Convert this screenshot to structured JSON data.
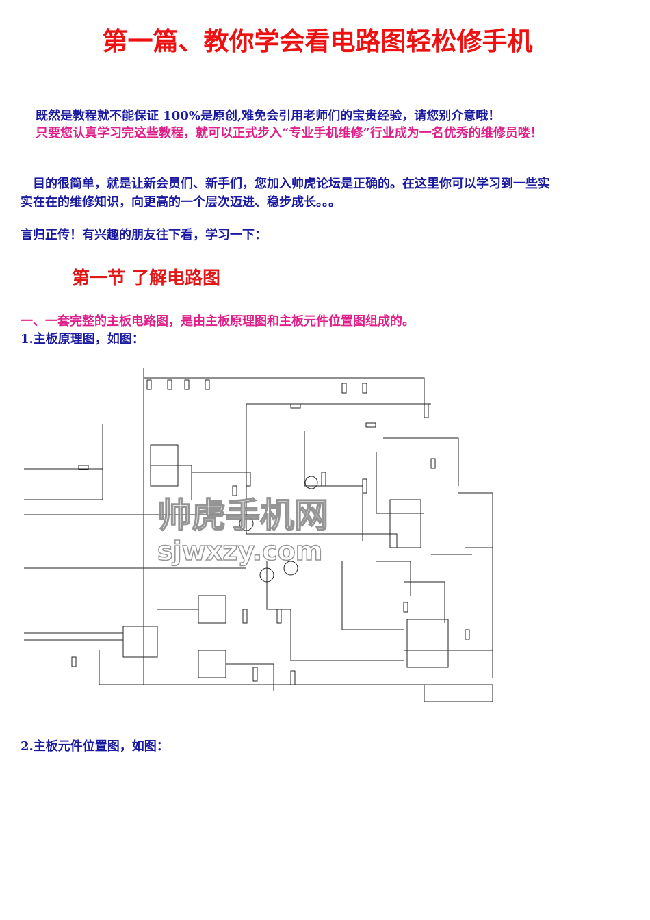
{
  "document": {
    "title": "第一篇、教你学会看电路图轻松修手机",
    "intro_line1": "既然是教程就不能保证 100%是原创,难免会引用老师们的宝贵经验，请您别介意哦！",
    "intro_line2": "只要您认真学习完这些教程，就可以正式步入“专业手机维修”行业成为一名优秀的维修员喽！",
    "paragraph1_line1": "目的很简单，就是让新会员们、新手们，您加入帅虎论坛是正确的。在这里你可以学习到一些实",
    "paragraph1_line2": "实在在的维修知识，向更高的一个层次迈进、稳步成长。。。",
    "paragraph2": "言归正传！有兴趣的朋友往下看，学习一下：",
    "section_heading": "第一节 了解电路图",
    "item1": "一、一套完整的主板电路图，是由主板原理图和主板元件位置图组成的。",
    "item1_sub": "1.主板原理图，如图：",
    "item2": "2.主板元件位置图，如图：",
    "watermark_line1": "帅虎手机网",
    "watermark_line2": "sjwxzy.com"
  },
  "colors": {
    "title": "#ee1111",
    "blue_text": "#1a1aa0",
    "pink_text": "#e0208a",
    "red_text": "#e01818"
  }
}
